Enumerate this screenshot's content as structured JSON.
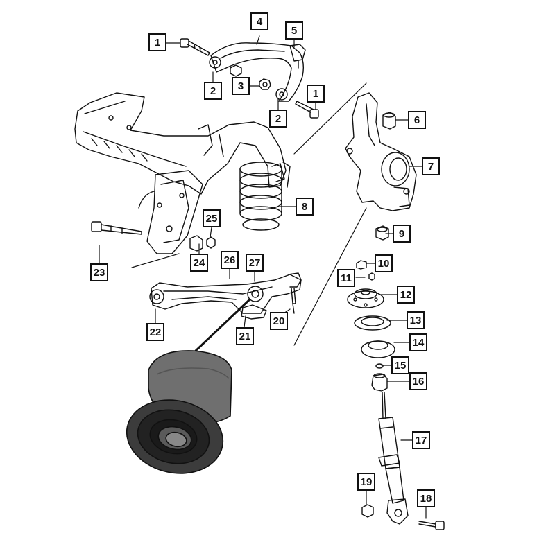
{
  "diagram": {
    "callouts": [
      {
        "id": "c1a",
        "label": "1"
      },
      {
        "id": "c1b",
        "label": "1"
      },
      {
        "id": "c2a",
        "label": "2"
      },
      {
        "id": "c2b",
        "label": "2"
      },
      {
        "id": "c3",
        "label": "3"
      },
      {
        "id": "c4",
        "label": "4"
      },
      {
        "id": "c5",
        "label": "5"
      },
      {
        "id": "c6",
        "label": "6"
      },
      {
        "id": "c7",
        "label": "7"
      },
      {
        "id": "c8",
        "label": "8"
      },
      {
        "id": "c9",
        "label": "9"
      },
      {
        "id": "c10",
        "label": "10"
      },
      {
        "id": "c11",
        "label": "11"
      },
      {
        "id": "c12",
        "label": "12"
      },
      {
        "id": "c13",
        "label": "13"
      },
      {
        "id": "c14",
        "label": "14"
      },
      {
        "id": "c15",
        "label": "15"
      },
      {
        "id": "c16",
        "label": "16"
      },
      {
        "id": "c17",
        "label": "17"
      },
      {
        "id": "c18",
        "label": "18"
      },
      {
        "id": "c19",
        "label": "19"
      },
      {
        "id": "c20",
        "label": "20"
      },
      {
        "id": "c21",
        "label": "21"
      },
      {
        "id": "c22",
        "label": "22"
      },
      {
        "id": "c23",
        "label": "23"
      },
      {
        "id": "c24",
        "label": "24"
      },
      {
        "id": "c25",
        "label": "25"
      },
      {
        "id": "c26",
        "label": "26"
      },
      {
        "id": "c27",
        "label": "27"
      }
    ]
  }
}
